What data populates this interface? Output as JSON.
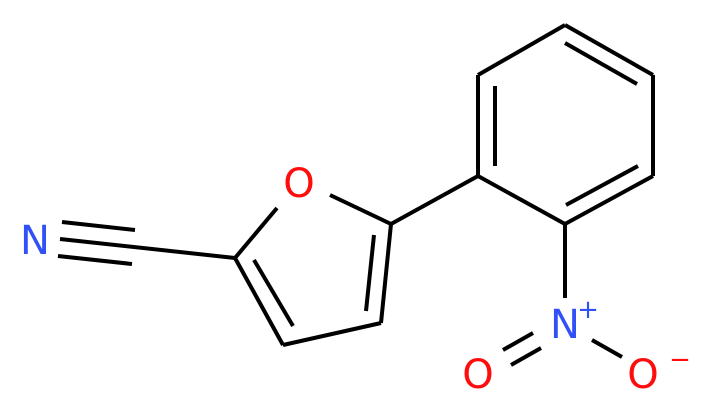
{
  "atoms": {
    "nitrile_n": "N",
    "furan_o": "O",
    "nitro_n": "N",
    "nitro_n_charge": "+",
    "nitro_o1": "O",
    "nitro_o2": "O",
    "nitro_o2_charge": "−"
  },
  "colors": {
    "bond": "#000000",
    "nitrogen": "#3050F8",
    "oxygen": "#FF0D0D"
  }
}
